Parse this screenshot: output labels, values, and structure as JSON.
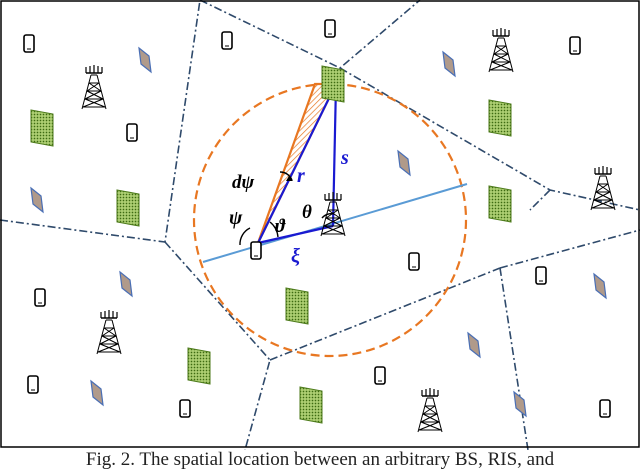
{
  "labels": {
    "d_psi": "dψ",
    "r": "r",
    "s": "s",
    "theta": "θ",
    "psi": "ψ",
    "vartheta": "ϑ",
    "xi": "ξ"
  },
  "caption": "Fig. 2. The spatial location between an arbitrary BS, RIS, and",
  "colors": {
    "boundary": "#2f4a6b",
    "circle": "#e87722",
    "triangle": "#1a1ad1",
    "sector": "#e87722",
    "line": "#5a9bd5",
    "ris": "#6f9a2f",
    "scatterer": "#b09a8a",
    "scatterer_edge": "#4a6fb5"
  },
  "icons": [
    "phone-icon",
    "base-station-icon",
    "ris-panel-icon",
    "scatterer-icon"
  ]
}
